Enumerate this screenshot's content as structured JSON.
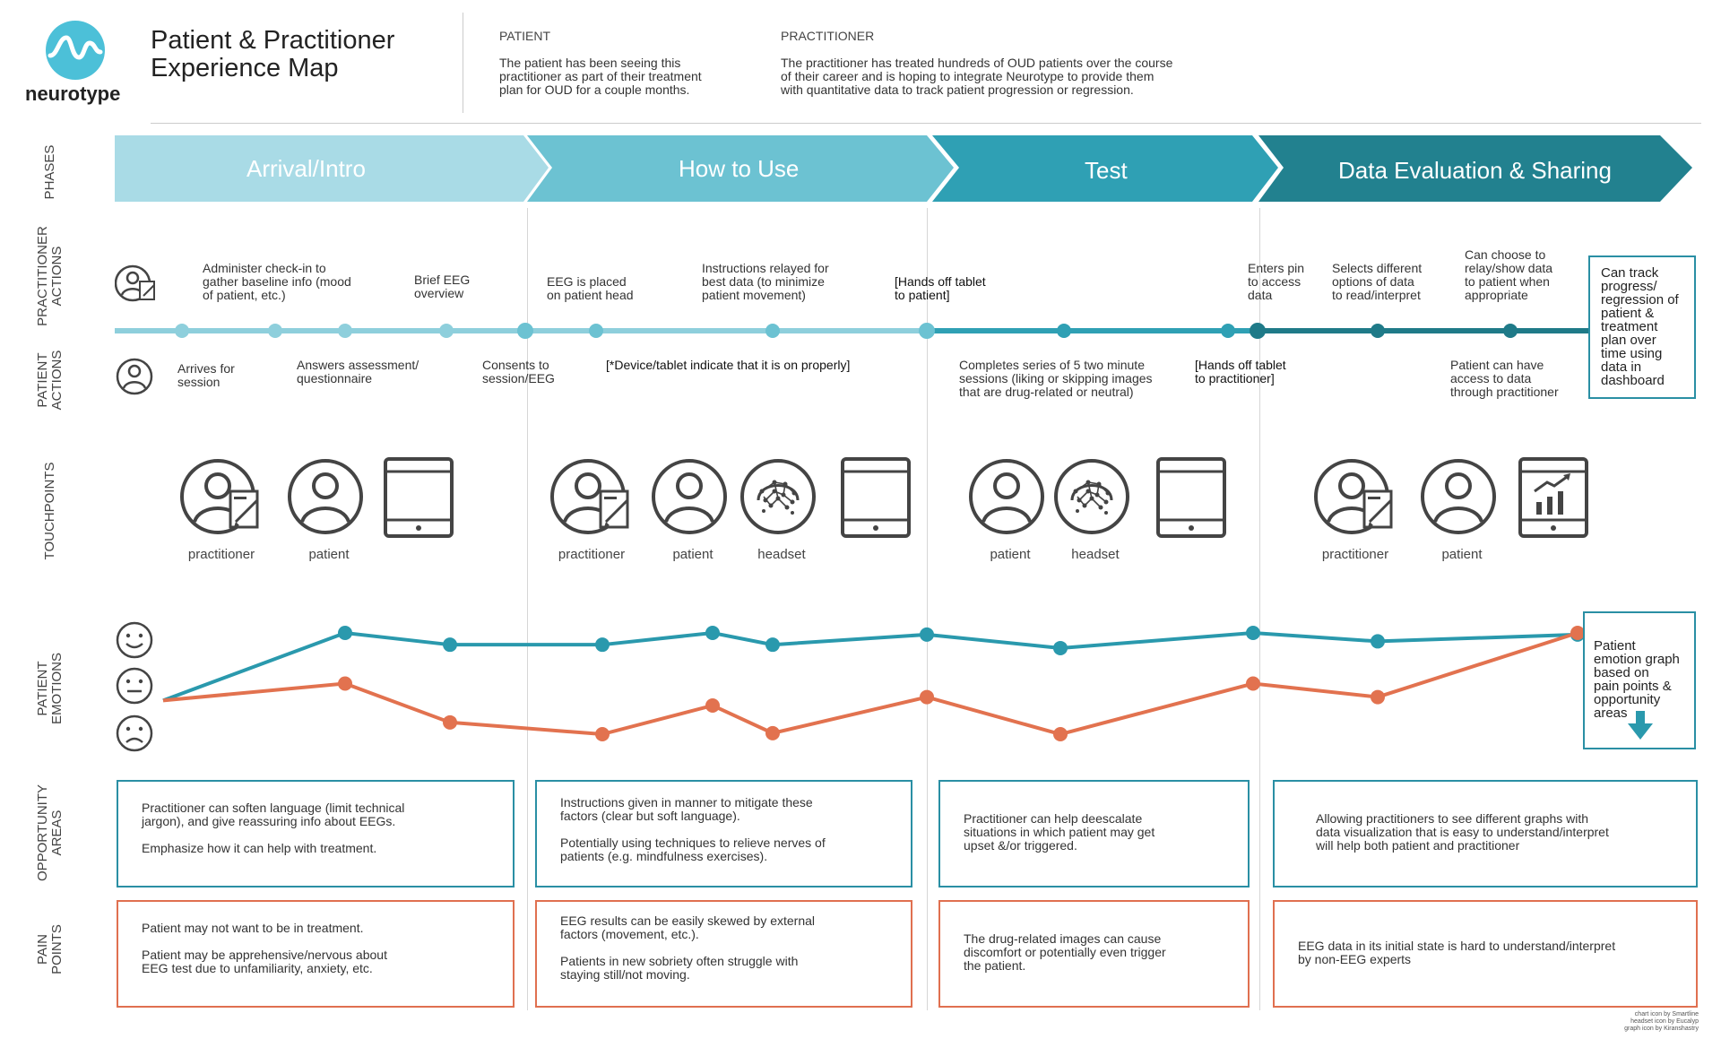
{
  "brand": {
    "name": "neurotype"
  },
  "header": {
    "title": "Patient & Practitioner\nExperience  Map",
    "patient_heading": "PATIENT",
    "patient_text": "The patient has been seeing this\npractitioner as part of their treatment\nplan for OUD for a couple months.",
    "practitioner_heading": "PRACTITIONER",
    "practitioner_text": "The practitioner has treated hundreds of OUD patients over the course\nof their career and is hoping to integrate Neurotype to provide them\nwith quantitative data to track patient progression or regression."
  },
  "rows": {
    "phases": "PHASES",
    "practitioner_actions": "PRACTITIONER\nACTIONS",
    "patient_actions": "PATIENT\nACTIONS",
    "touchpoints": "TOUCHPOINTS",
    "patient_emotions": "PATIENT\nEMOTIONS",
    "opportunity_areas": "OPPORTUNITY\nAREAS",
    "pain_points": "PAIN\nPOINTS"
  },
  "phases": [
    "Arrival/Intro",
    "How to Use",
    "Test",
    "Data Evaluation & Sharing"
  ],
  "colors": {
    "phase1": "#a9dbe6",
    "phase2": "#6cc2d2",
    "phase3": "#2fa0b4",
    "phase4": "#22818f",
    "line_light": "#8ecfdc",
    "line_dark": "#1f7a88",
    "teal": "#2a99ad",
    "orange": "#e2724f",
    "icon": "#444444"
  },
  "practitioner_actions": [
    "Administer check-in to\ngather baseline info (mood\nof patient, etc.)",
    "Brief EEG\noverview",
    "EEG is placed\non patient head",
    "Instructions relayed for\nbest data (to minimize\npatient movement)",
    "[Hands off tablet\nto patient]",
    "Enters pin\nto access\ndata",
    "Selects different\noptions of data\nto read/interpret",
    "Can choose to\nrelay/show data\nto patient when\nappropriate"
  ],
  "patient_actions": [
    "Arrives for\nsession",
    "Answers assessment/\nquestionnaire",
    "Consents to\nsession/EEG",
    "[*Device/tablet indicate that it is on properly]",
    "Completes series of 5 two minute\nsessions (liking or skipping images\nthat are drug-related or neutral)",
    "[Hands off tablet\nto practitioner]",
    "Patient can have\naccess to data\nthrough practitioner"
  ],
  "end_note": "Can track\nprogress/\nregression of\npatient &\ntreatment\nplan over\ntime using\ndata in\ndashboard",
  "touchpoints": [
    {
      "icon": "practitioner-icon",
      "label": "practitioner"
    },
    {
      "icon": "patient-icon",
      "label": "patient"
    },
    {
      "icon": "tablet-icon",
      "label": ""
    },
    {
      "icon": "practitioner-icon",
      "label": "practitioner"
    },
    {
      "icon": "patient-icon",
      "label": "patient"
    },
    {
      "icon": "headset-icon",
      "label": "headset"
    },
    {
      "icon": "tablet-icon",
      "label": ""
    },
    {
      "icon": "patient-icon",
      "label": "patient"
    },
    {
      "icon": "headset-icon",
      "label": "headset"
    },
    {
      "icon": "tablet-icon",
      "label": ""
    },
    {
      "icon": "practitioner-icon",
      "label": "practitioner"
    },
    {
      "icon": "patient-icon",
      "label": "patient"
    },
    {
      "icon": "chart-tablet-icon",
      "label": ""
    }
  ],
  "emotions": {
    "scale": [
      "happy-face-icon",
      "neutral-face-icon",
      "sad-face-icon"
    ],
    "note": "Patient\nemotion graph\nbased on\npain points &\nopportunity\nareas",
    "opportunity_series": [
      1,
      3.0,
      2.65,
      2.65,
      3.0,
      2.65,
      2.95,
      2.55,
      3.0,
      2.75,
      2.95
    ],
    "pain_series": [
      1,
      1.5,
      0.35,
      0.0,
      0.85,
      0.03,
      1.1,
      0.0,
      1.5,
      1.1,
      3.0
    ]
  },
  "opportunity_areas": [
    "Practitioner can soften language (limit technical\njargon), and give reassuring info about EEGs.\n\nEmphasize how it can help with treatment.",
    "Instructions given in manner to mitigate these\nfactors (clear but soft language).\n\nPotentially using techniques to relieve nerves of\npatients (e.g. mindfulness exercises).",
    "Practitioner can help deescalate\nsituations in which patient may get\nupset &/or triggered.",
    "Allowing practitioners to see different graphs with\ndata visualization that is easy to understand/interpret\nwill help both patient and practitioner"
  ],
  "pain_points": [
    "Patient may not want to be in treatment.\n\nPatient may be apprehensive/nervous about\nEEG test due to unfamiliarity, anxiety, etc.",
    "EEG results can be easily skewed by external\nfactors (movement, etc.).\n\nPatients in new sobriety often struggle with\nstaying still/not moving.",
    "The drug-related images can cause\ndiscomfort or potentially even trigger\nthe patient.",
    "EEG data in its initial state is hard to understand/interpret\nby non-EEG experts"
  ],
  "credits": "chart icon by Smartline\nheadset icon by Eucalyp\ngraph icon by Kiranshastry"
}
